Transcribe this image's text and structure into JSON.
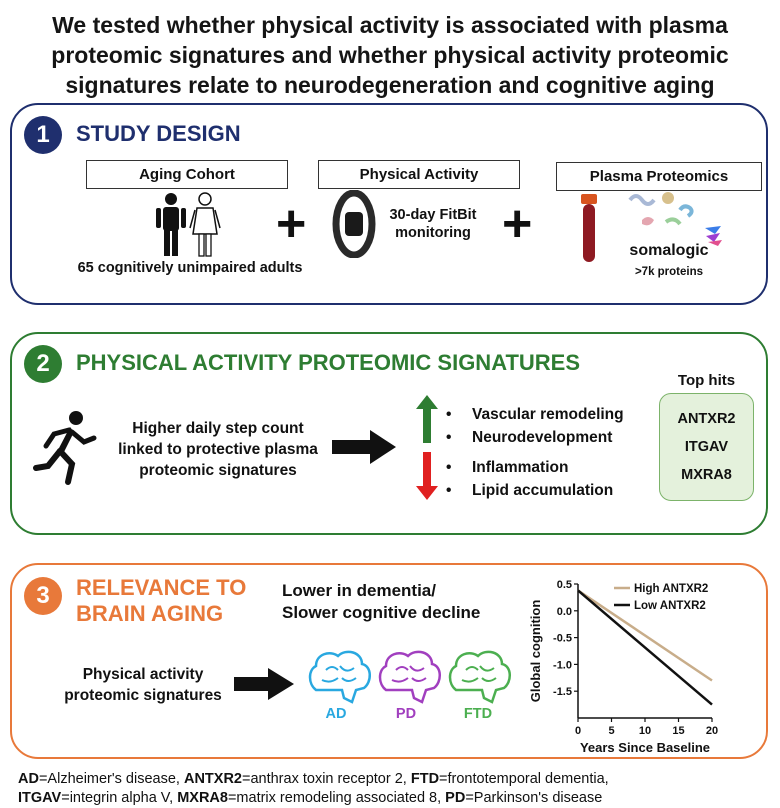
{
  "title": [
    "We tested whether physical activity is associated with plasma",
    "proteomic signatures and whether physical activity proteomic",
    "signatures relate to neurodegeneration and cognitive aging"
  ],
  "panel1": {
    "number": "1",
    "title": "STUDY DESIGN",
    "cohort_label": "Aging Cohort",
    "cohort_desc": "65 cognitively unimpaired adults",
    "activity_label": "Physical Activity",
    "activity_desc": [
      "30-day FitBit",
      "monitoring"
    ],
    "proteomics_label": "Plasma Proteomics",
    "brand": "somalogic",
    "proteins": ">7k proteins",
    "plus": "+"
  },
  "panel2": {
    "number": "2",
    "title": "PHYSICAL ACTIVITY PROTEOMIC SIGNATURES",
    "desc": [
      "Higher daily step count",
      "linked to protective plasma",
      "proteomic signatures"
    ],
    "up_items": [
      "Vascular remodeling",
      "Neurodevelopment"
    ],
    "down_items": [
      "Inflammation",
      "Lipid accumulation"
    ],
    "top_hits_label": "Top hits",
    "top_hits": [
      "ANTXR2",
      "ITGAV",
      "MXRA8"
    ],
    "colors": {
      "up": "#2e7d32",
      "down": "#e02020"
    }
  },
  "panel3": {
    "number": "3",
    "title": [
      "RELEVANCE TO",
      "BRAIN AGING"
    ],
    "subtitle": [
      "Lower in dementia/",
      "Slower cognitive decline"
    ],
    "desc": [
      "Physical activity",
      "proteomic signatures"
    ],
    "brains": [
      {
        "label": "AD",
        "color": "#29a8e0"
      },
      {
        "label": "PD",
        "color": "#a13fbf"
      },
      {
        "label": "FTD",
        "color": "#4caf50"
      }
    ]
  },
  "chart_data": {
    "type": "line",
    "xlabel": "Years Since Baseline",
    "ylabel": "Global cognition",
    "xlim": [
      0,
      20
    ],
    "ylim": [
      -2.0,
      0.5
    ],
    "xticks": [
      0,
      5,
      10,
      15,
      20
    ],
    "yticks": [
      0.5,
      0.0,
      -0.5,
      -1.0,
      -1.5
    ],
    "ytick_labels": [
      "0.5",
      "0.0",
      "-0.5",
      "-1.0",
      "-1.5"
    ],
    "legend_position": "top-right",
    "series": [
      {
        "name": "High ANTXR2",
        "color": "#c8ad8a",
        "x": [
          0,
          20
        ],
        "y": [
          0.38,
          -1.3
        ]
      },
      {
        "name": "Low ANTXR2",
        "color": "#111111",
        "x": [
          0,
          20
        ],
        "y": [
          0.38,
          -1.75
        ]
      }
    ]
  },
  "footer": {
    "line1": [
      {
        "b": "AD",
        "t": "=Alzheimer's disease, "
      },
      {
        "b": "ANTXR2",
        "t": "=anthrax toxin receptor 2, "
      },
      {
        "b": "FTD",
        "t": "=frontotemporal dementia,"
      }
    ],
    "line2": [
      {
        "b": "ITGAV",
        "t": "=integrin alpha V, "
      },
      {
        "b": "MXRA8",
        "t": "=matrix remodeling associated 8, "
      },
      {
        "b": "PD",
        "t": "=Parkinson's disease"
      }
    ]
  }
}
